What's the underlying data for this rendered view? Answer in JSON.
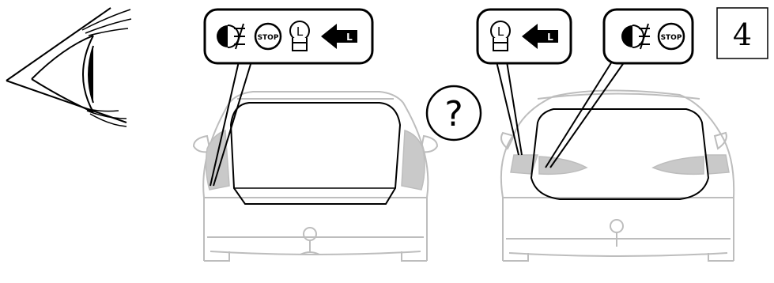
{
  "page_number": "4",
  "question_mark": "?",
  "callouts": {
    "left": {
      "icons": [
        "rear-fog-light-icon",
        "stop-light-icon",
        "reversing-light-bulb-icon",
        "direction-indicator-arrow-icon"
      ],
      "stop_label": "STOP",
      "bulb_label": "L",
      "arrow_label": "L"
    },
    "middle": {
      "icons": [
        "reversing-light-bulb-icon",
        "direction-indicator-arrow-icon"
      ],
      "bulb_label": "L",
      "arrow_label": "L"
    },
    "right": {
      "icons": [
        "rear-fog-light-icon",
        "stop-light-icon"
      ],
      "stop_label": "STOP"
    }
  },
  "colors": {
    "line": "#000000",
    "car_outline": "#bdbdbd",
    "lamp_fill": "#c9c9c9"
  }
}
